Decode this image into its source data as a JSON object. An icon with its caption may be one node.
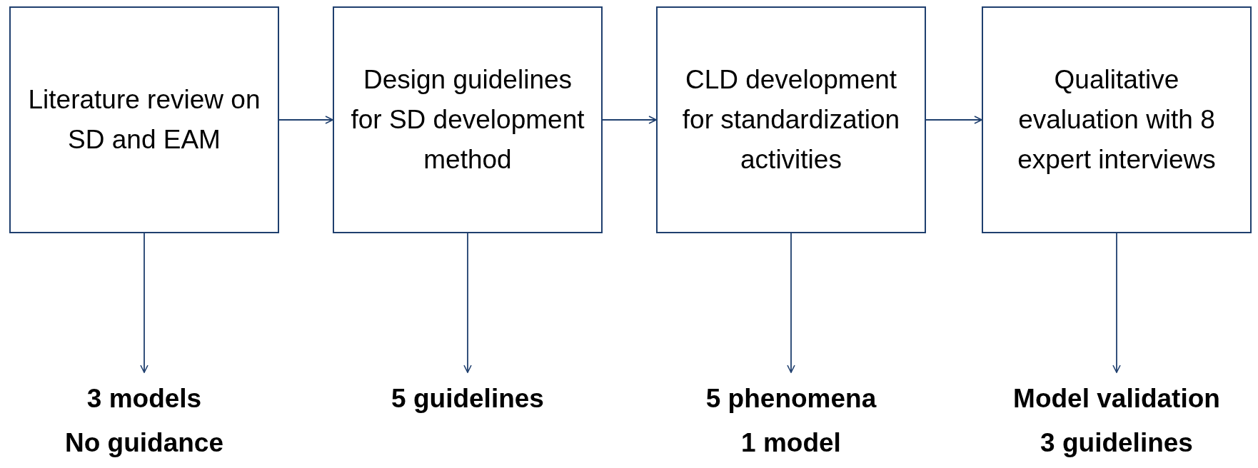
{
  "diagram": {
    "nodes": [
      {
        "text": [
          "Literature review on SD and EAM"
        ]
      },
      {
        "text": [
          "Design guidelines for SD development method"
        ]
      },
      {
        "text": [
          "CLD development for standardization activities"
        ]
      },
      {
        "text": [
          "Qualitative evaluation with 8 expert interviews"
        ]
      },
      {
        "text": [
          "3 models",
          "No guidance"
        ]
      },
      {
        "text": [
          "5 guidelines"
        ]
      },
      {
        "text": [
          "5 phenomena",
          "1 model"
        ]
      },
      {
        "text": [
          "Model validation",
          "3 guidelines"
        ]
      }
    ],
    "edges": [
      {
        "from": 0,
        "to": 1,
        "arrow": "to"
      },
      {
        "from": 1,
        "to": 2,
        "arrow": "to"
      },
      {
        "from": 2,
        "to": 3,
        "arrow": "to"
      },
      {
        "from": 0,
        "to": 4,
        "arrow": "to"
      },
      {
        "from": 1,
        "to": 5,
        "arrow": "to"
      },
      {
        "from": 2,
        "to": 6,
        "arrow": "to"
      },
      {
        "from": 3,
        "to": 7,
        "arrow": "to"
      }
    ]
  }
}
